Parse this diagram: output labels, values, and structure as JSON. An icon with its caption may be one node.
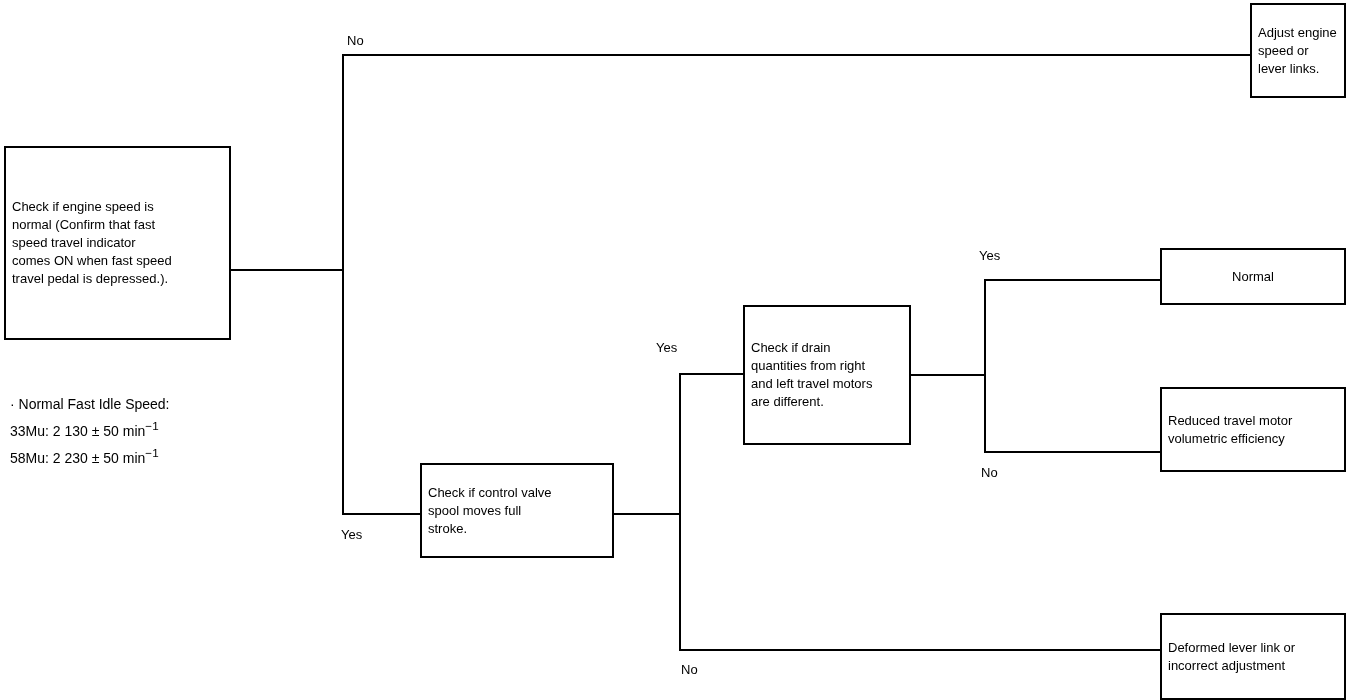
{
  "diagram": {
    "nodes": [
      {
        "text": [
          "Check if engine speed is normal (Confirm that fast speed travel indicator comes ON when fast speed travel pedal is depressed.)."
        ],
        "beside": [
          "· Normal Fast Idle Speed:",
          "33Mu: 2 130 ± 50  min$^{−1}$",
          "58Mu: 2 230 ± 50  min$^{−1}$"
        ]
      },
      {
        "text": [
          "Adjust engine speed or lever links."
        ]
      },
      {
        "text": [
          "Check if control valve spool moves full stroke."
        ]
      },
      {
        "text": [
          "Check if drain quantities from right and left travel motors are different."
        ]
      },
      {
        "text": [
          "Normal"
        ]
      },
      {
        "text": [
          "Reduced travel motor volumetric efficiency"
        ]
      },
      {
        "text": [
          "Deformed lever link or incorrect adjustment"
        ]
      }
    ],
    "edges": [
      {
        "from": 0,
        "to": 1,
        "arrow": "none",
        "label": "No"
      },
      {
        "from": 0,
        "to": 2,
        "arrow": "none",
        "label": "Yes"
      },
      {
        "from": 2,
        "to": 3,
        "arrow": "none",
        "label": "Yes"
      },
      {
        "from": 2,
        "to": 6,
        "arrow": "none",
        "label": "No"
      },
      {
        "from": 3,
        "to": 4,
        "arrow": "none",
        "label": "Yes"
      },
      {
        "from": 3,
        "to": 5,
        "arrow": "none",
        "label": "No"
      }
    ]
  }
}
